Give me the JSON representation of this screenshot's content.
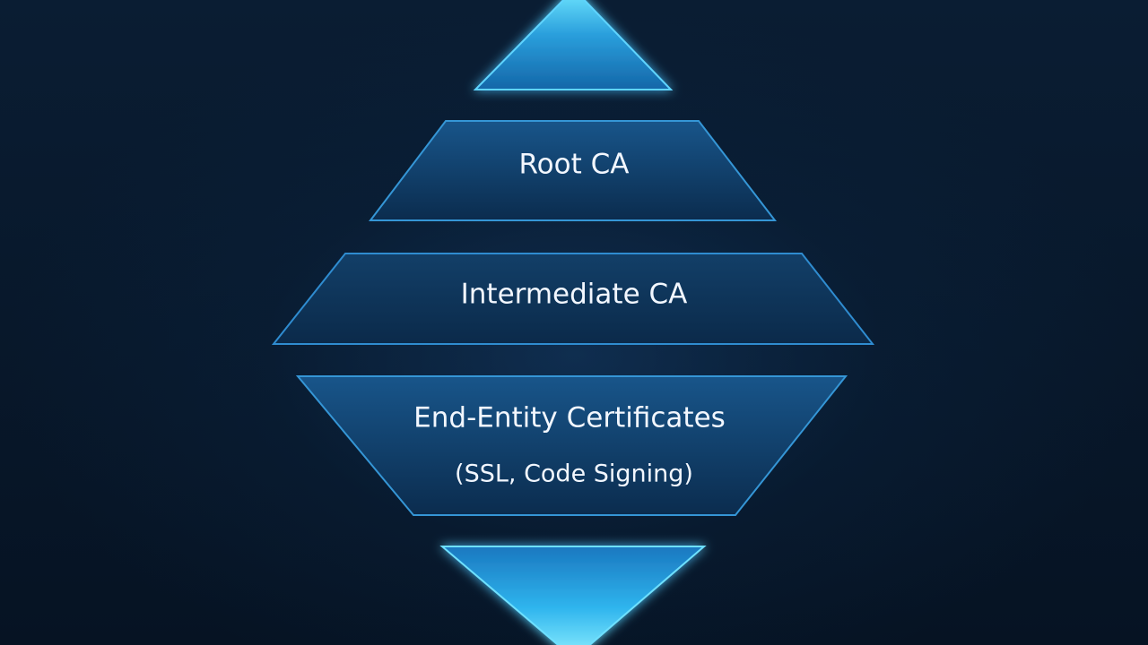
{
  "colors": {
    "background": "#071726",
    "tier_fill_top": "#15507f",
    "tier_fill_bottom": "#0c2f53",
    "tier_edge": "#2f8fd0",
    "glow": "#4fd3ff",
    "text": "#f2f7ff"
  },
  "tiers": [
    {
      "label": "Root CA",
      "sublabel": ""
    },
    {
      "label": "Intermediate CA",
      "sublabel": ""
    },
    {
      "label": "End-Entity Certificates",
      "sublabel": "(SSL, Code Signing)"
    }
  ]
}
